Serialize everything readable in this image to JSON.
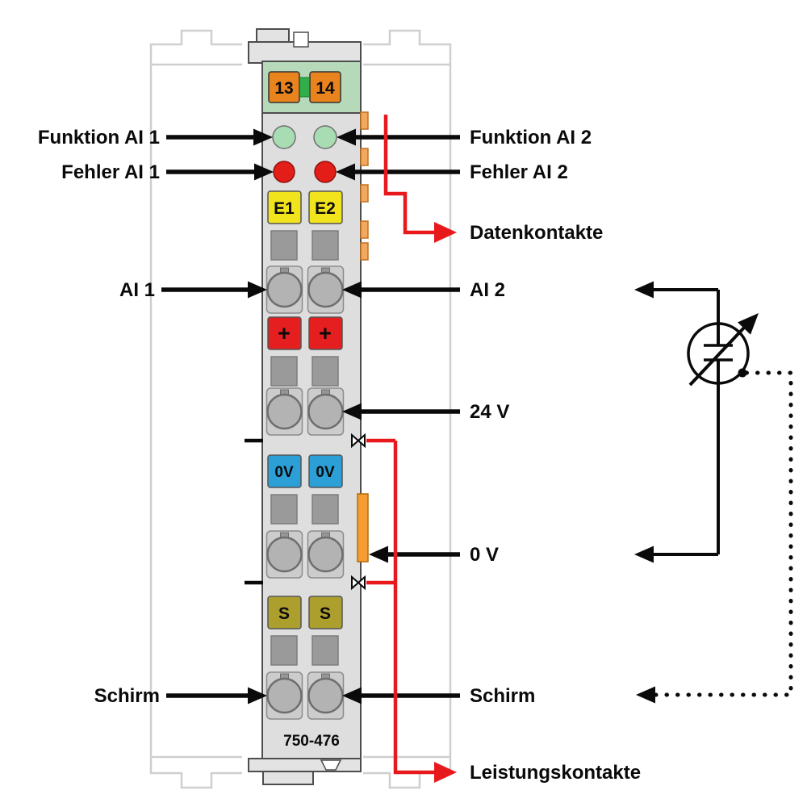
{
  "module": {
    "part_number": "750-476",
    "bus_terminals": [
      "13",
      "14"
    ],
    "terminal_labels": {
      "error": [
        "E1",
        "E2"
      ],
      "plus": [
        "+",
        "+"
      ],
      "zero_volt": [
        "0V",
        "0V"
      ],
      "shield": [
        "S",
        "S"
      ]
    }
  },
  "labels": {
    "funktion_ai1": "Funktion AI 1",
    "fehler_ai1": "Fehler AI 1",
    "ai1": "AI 1",
    "schirm_left": "Schirm",
    "funktion_ai2": "Funktion AI 2",
    "fehler_ai2": "Fehler AI 2",
    "datenkontakte": "Datenkontakte",
    "ai2": "AI 2",
    "v24": "24 V",
    "v0": "0 V",
    "schirm_right": "Schirm",
    "leistungskontakte": "Leistungskontakte"
  },
  "colors": {
    "red": "#e8191c",
    "led_green": "#a8dcb2",
    "led_red": "#e31e18",
    "terminal_orange": "#e8831d",
    "bus_green": "#2fae4a",
    "terminal_yellow": "#f2e41c",
    "terminal_red": "#e51f1f",
    "terminal_blue": "#2b9fd6",
    "terminal_olive": "#ad9f2e",
    "contact_orange": "#f2a95f",
    "power_contact_orange": "#f59d33",
    "module_gray": "#dedede",
    "module_green": "#b6d9ba",
    "clamp_gray": "#9a9a9a"
  }
}
